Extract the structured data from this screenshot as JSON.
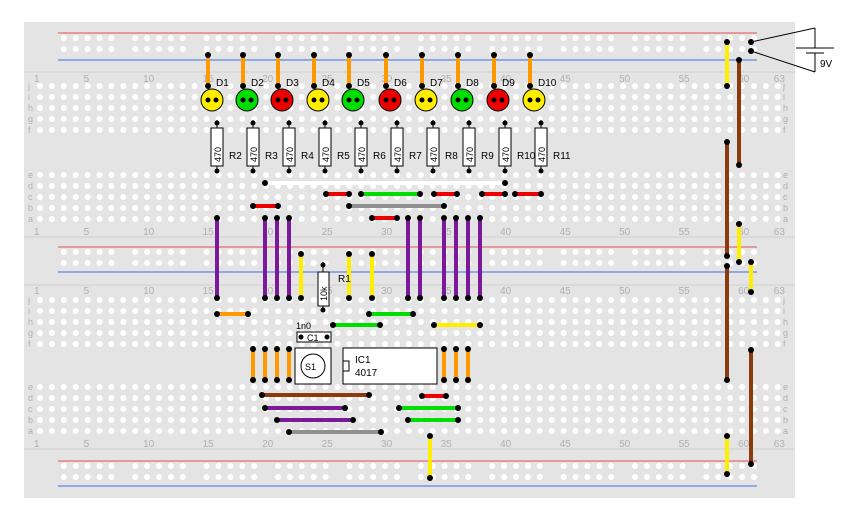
{
  "colors": {
    "board": "#e4e4e4",
    "hole": "#ffffff",
    "rail_red": "#e05050",
    "rail_blue": "#3a6fe0",
    "orange": "#ff9900",
    "yellow": "#ffee00",
    "green": "#00dd00",
    "red": "#ee0000",
    "purple": "#7a1a9a",
    "brown": "#8b3a10",
    "gray": "#909090",
    "white": "#ffffff",
    "dot": "#000000"
  },
  "column_numbers": [
    "5",
    "10",
    "15",
    "20",
    "25",
    "30",
    "35",
    "40",
    "45",
    "50",
    "55",
    "60",
    "63"
  ],
  "row_letters_top": [
    "j",
    "i",
    "h",
    "g",
    "f",
    "e",
    "d",
    "c",
    "b",
    "a"
  ],
  "row_letters_bottom": [
    "j",
    "i",
    "h",
    "g",
    "f",
    "e",
    "d",
    "c",
    "b",
    "a"
  ],
  "leds": [
    {
      "label": "D1",
      "color": "yellow"
    },
    {
      "label": "D2",
      "color": "green"
    },
    {
      "label": "D3",
      "color": "red"
    },
    {
      "label": "D4",
      "color": "yellow"
    },
    {
      "label": "D5",
      "color": "green"
    },
    {
      "label": "D6",
      "color": "red"
    },
    {
      "label": "D7",
      "color": "yellow"
    },
    {
      "label": "D8",
      "color": "green"
    },
    {
      "label": "D9",
      "color": "red"
    },
    {
      "label": "D10",
      "color": "yellow"
    }
  ],
  "resistors": [
    {
      "label": "R2",
      "value": "470"
    },
    {
      "label": "R3",
      "value": "470"
    },
    {
      "label": "R4",
      "value": "470"
    },
    {
      "label": "R5",
      "value": "470"
    },
    {
      "label": "R6",
      "value": "470"
    },
    {
      "label": "R7",
      "value": "470"
    },
    {
      "label": "R8",
      "value": "470"
    },
    {
      "label": "R9",
      "value": "470"
    },
    {
      "label": "R10",
      "value": "470"
    },
    {
      "label": "R11",
      "value": "470"
    }
  ],
  "r1": {
    "label": "R1",
    "value": "10k"
  },
  "capacitor": {
    "label": "C1",
    "value": "1n0"
  },
  "switch": {
    "label": "S1"
  },
  "ic": {
    "label": "IC1",
    "part": "4017"
  },
  "battery": {
    "label": "9V"
  }
}
